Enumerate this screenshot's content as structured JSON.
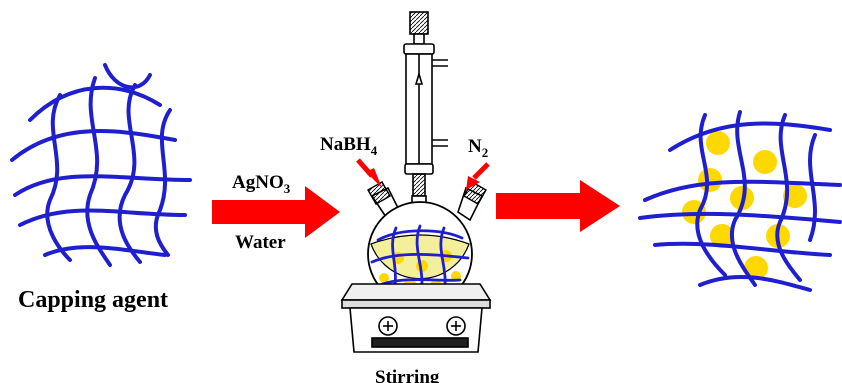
{
  "labels": {
    "capping_agent": "Capping agent",
    "reagent_top": "AgNO",
    "reagent_top_sub": "3",
    "reagent_bottom": "Water",
    "reductant": "NaBH",
    "reductant_sub": "4",
    "gas": "N",
    "gas_sub": "2",
    "process": "Stirring"
  },
  "colors": {
    "polymer_network": "#1f1fd0",
    "arrow": "#ff0000",
    "nanoparticle": "#ffd800",
    "solution": "#f4ef9a",
    "glass_outline": "#000000"
  },
  "icons": {
    "flask": "three-neck-round-bottom-flask-icon",
    "condenser": "reflux-condenser-icon",
    "stirrer": "magnetic-stirrer-hotplate-icon"
  }
}
